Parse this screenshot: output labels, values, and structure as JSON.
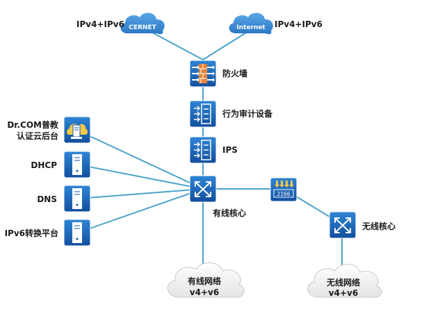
{
  "clouds": {
    "cernet": {
      "name": "CERNET",
      "label": "IPv4+IPv6"
    },
    "internet": {
      "name": "Internet",
      "label": "IPv4+IPv6"
    }
  },
  "devices": {
    "firewall": "防火墙",
    "audit": "行为审计设备",
    "ips": "IPS",
    "core_wired": "有线核心",
    "core_wireless": "无线核心",
    "controller_code": "2166"
  },
  "servers": {
    "drcom_line1": "Dr.COM普教",
    "drcom_line2": "认证云后台",
    "dhcp": "DHCP",
    "dns": "DNS",
    "ipv6": "IPv6转换平台"
  },
  "networks": {
    "wired_line1": "有线网络",
    "wired_line2": "v4+v6",
    "wireless_line1": "无线网络",
    "wireless_line2": "v4+v6"
  },
  "colors": {
    "line": "#4aa3c8",
    "device_dark": "#1556a6",
    "device_light": "#2c7fd0",
    "cloud_blue": "#3d8fd8",
    "cloud_gray": "#eeeeee"
  }
}
